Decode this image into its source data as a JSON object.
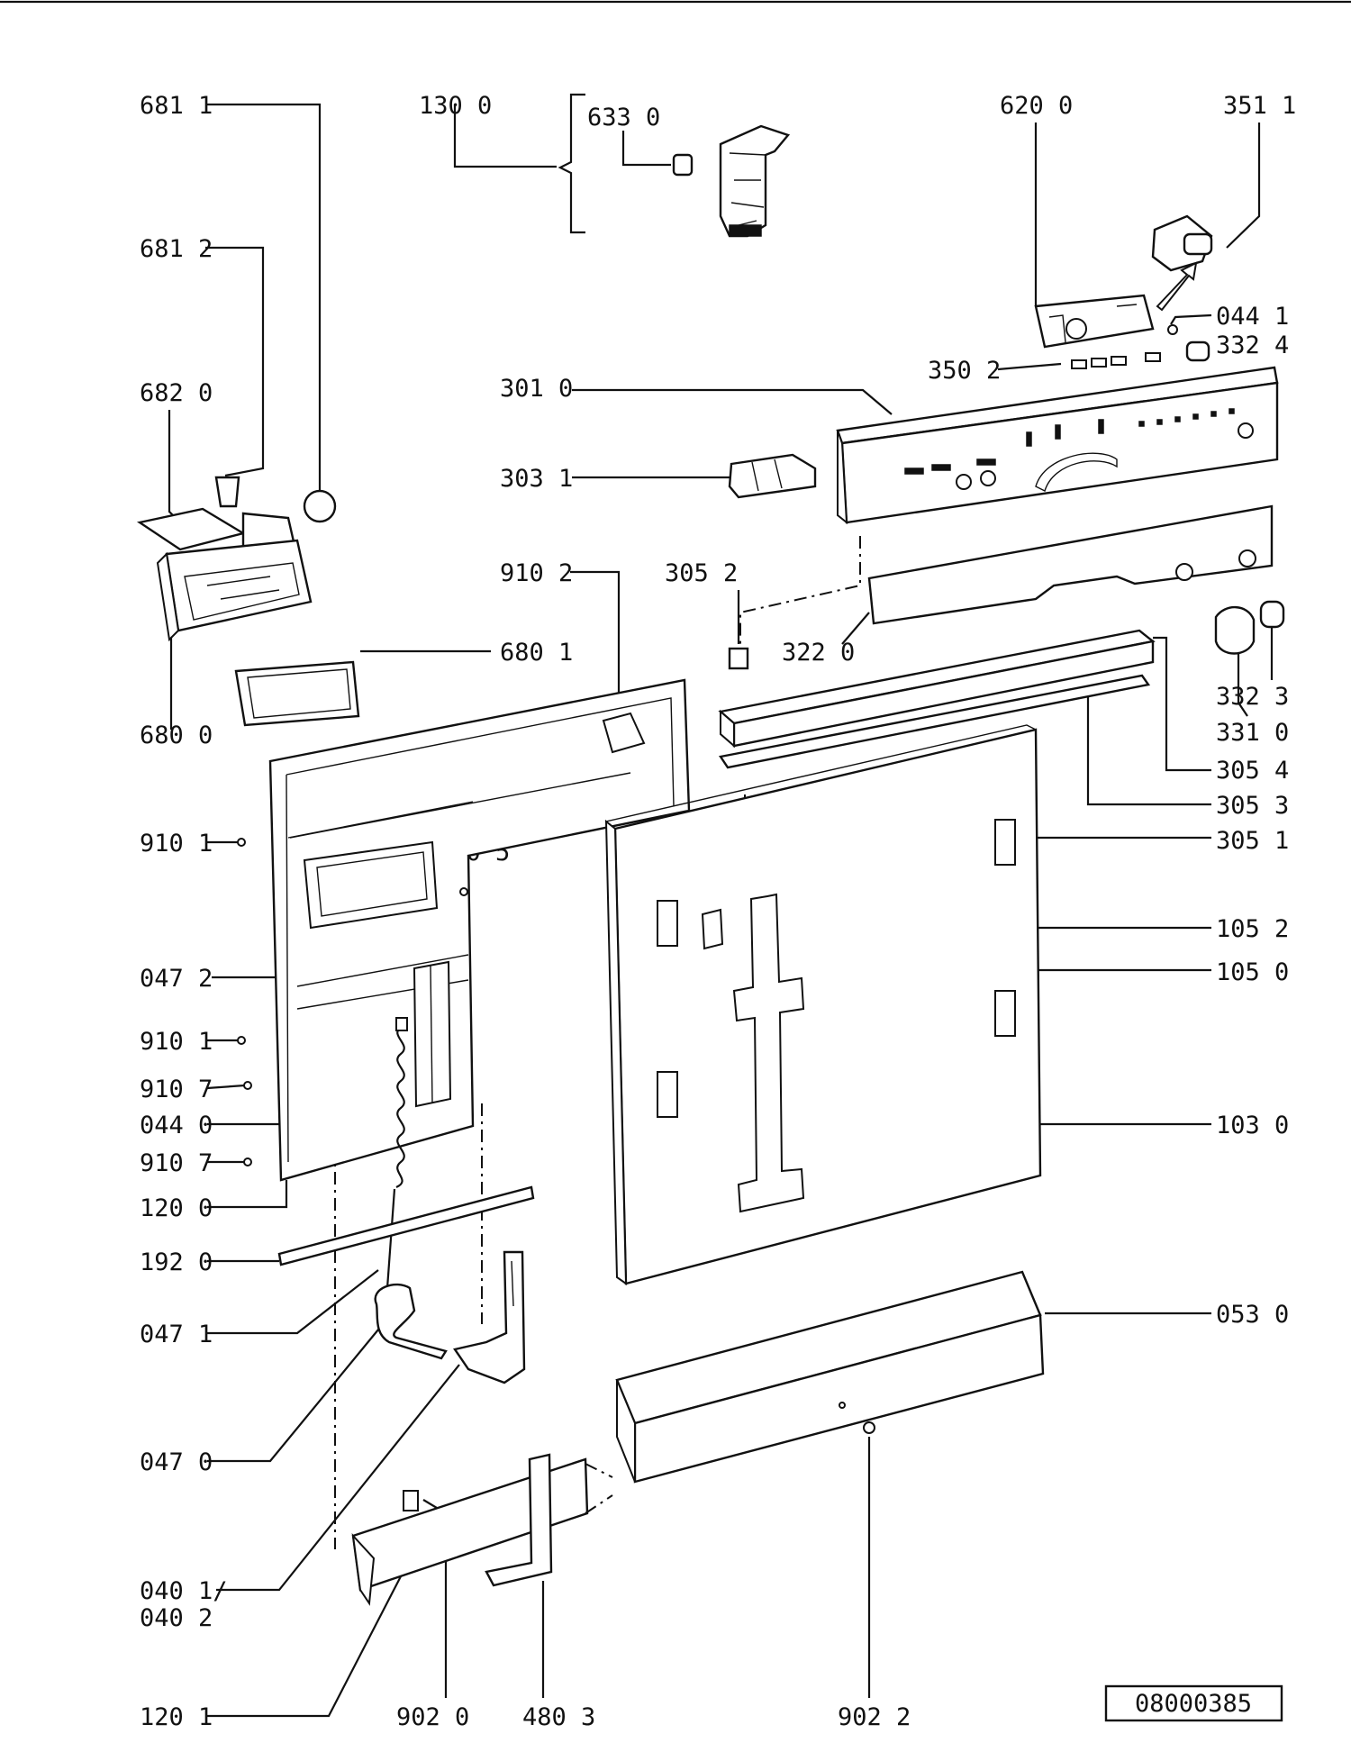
{
  "drawing_code": "08000385",
  "callouts": [
    {
      "id": "681-1",
      "text": "681 1"
    },
    {
      "id": "130-0",
      "text": "130 0"
    },
    {
      "id": "633-0",
      "text": "633 0"
    },
    {
      "id": "620-0",
      "text": "620 0"
    },
    {
      "id": "351-1",
      "text": "351 1"
    },
    {
      "id": "681-2",
      "text": "681 2"
    },
    {
      "id": "044-1",
      "text": "044 1"
    },
    {
      "id": "332-4",
      "text": "332 4"
    },
    {
      "id": "350-2",
      "text": "350 2"
    },
    {
      "id": "682-0",
      "text": "682 0"
    },
    {
      "id": "301-0",
      "text": "301 0"
    },
    {
      "id": "303-1",
      "text": "303 1"
    },
    {
      "id": "910-2",
      "text": "910 2"
    },
    {
      "id": "305-2",
      "text": "305 2"
    },
    {
      "id": "322-0",
      "text": "322 0"
    },
    {
      "id": "680-1",
      "text": "680 1"
    },
    {
      "id": "332-3",
      "text": "332 3"
    },
    {
      "id": "331-0",
      "text": "331 0"
    },
    {
      "id": "680-0",
      "text": "680 0"
    },
    {
      "id": "305-4",
      "text": "305 4"
    },
    {
      "id": "305-3",
      "text": "305 3"
    },
    {
      "id": "910-1a",
      "text": "910 1"
    },
    {
      "id": "910-5",
      "text": "910 5"
    },
    {
      "id": "305-1",
      "text": "305 1"
    },
    {
      "id": "105-2",
      "text": "105 2"
    },
    {
      "id": "047-2",
      "text": "047 2"
    },
    {
      "id": "105-0",
      "text": "105 0"
    },
    {
      "id": "910-1b",
      "text": "910 1"
    },
    {
      "id": "910-7a",
      "text": "910 7"
    },
    {
      "id": "044-0",
      "text": "044 0"
    },
    {
      "id": "103-0",
      "text": "103 0"
    },
    {
      "id": "910-7b",
      "text": "910 7"
    },
    {
      "id": "120-0",
      "text": "120 0"
    },
    {
      "id": "192-0",
      "text": "192 0"
    },
    {
      "id": "053-0",
      "text": "053 0"
    },
    {
      "id": "047-1",
      "text": "047 1"
    },
    {
      "id": "047-0",
      "text": "047 0"
    },
    {
      "id": "040-1",
      "text": "040 1/"
    },
    {
      "id": "040-2",
      "text": "040 2"
    },
    {
      "id": "120-1",
      "text": "120 1"
    },
    {
      "id": "902-0",
      "text": "902 0"
    },
    {
      "id": "480-3",
      "text": "480 3"
    },
    {
      "id": "902-2",
      "text": "902 2"
    }
  ]
}
